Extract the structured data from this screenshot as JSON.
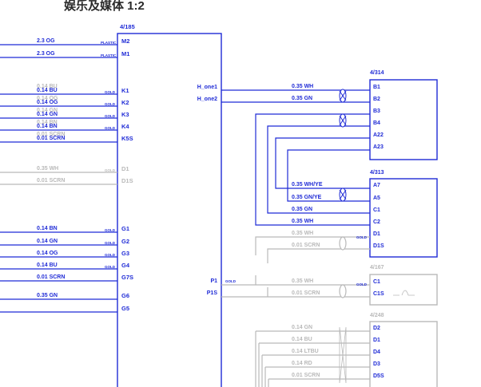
{
  "title": "娱乐及媒体 1:2",
  "colors": {
    "active": "#1f2bd6",
    "inactive": "#b9b9b9",
    "title": "#2a2a2a"
  },
  "connectors": [
    {
      "id": "4/185",
      "state": "active"
    },
    {
      "id": "4/314",
      "state": "active"
    },
    {
      "id": "4/313",
      "state": "active"
    },
    {
      "id": "4/167",
      "state": "inactive"
    },
    {
      "id": "4/248",
      "state": "inactive"
    }
  ],
  "main_pins": {
    "left": [
      {
        "pin": "M2",
        "wire": "2.3 OG",
        "material": "PLASTIC",
        "state": "active"
      },
      {
        "pin": "M1",
        "wire": "2.3 OG",
        "material": "PLASTIC",
        "state": "active"
      },
      {
        "pin": "K1",
        "wire": "0.14 BU",
        "material": "GOLD",
        "state": "active"
      },
      {
        "pin": "K2",
        "wire": "0.14 OG",
        "material": "GOLD",
        "state": "active"
      },
      {
        "pin": "K3",
        "wire": "0.14 GN",
        "material": "GOLD",
        "state": "active"
      },
      {
        "pin": "K4",
        "wire": "0.14 BN",
        "material": "GOLD",
        "state": "active"
      },
      {
        "pin": "K5S",
        "wire": "0.01 SCRN",
        "material": "",
        "state": "active"
      },
      {
        "pin": "D1",
        "wire": "0.35 WH",
        "material": "GOLD",
        "state": "inactive"
      },
      {
        "pin": "D1S",
        "wire": "0.01 SCRN",
        "material": "",
        "state": "inactive"
      },
      {
        "pin": "G1",
        "wire": "0.14 BN",
        "material": "GOLD",
        "state": "active"
      },
      {
        "pin": "G2",
        "wire": "0.14 GN",
        "material": "GOLD",
        "state": "active"
      },
      {
        "pin": "G3",
        "wire": "0.14 OG",
        "material": "GOLD",
        "state": "active"
      },
      {
        "pin": "G4",
        "wire": "0.14 BU",
        "material": "GOLD",
        "state": "active"
      },
      {
        "pin": "G7S",
        "wire": "0.01 SCRN",
        "material": "",
        "state": "active"
      },
      {
        "pin": "G6",
        "wire": "0.35 GN",
        "material": "",
        "state": "active"
      },
      {
        "pin": "G5",
        "wire": "",
        "material": "",
        "state": "active"
      }
    ],
    "right": [
      {
        "pin": "H_one1",
        "state": "active"
      },
      {
        "pin": "H_one2",
        "state": "active"
      },
      {
        "pin": "P1",
        "material": "GOLD",
        "state": "inactive"
      },
      {
        "pin": "P1S",
        "state": "inactive"
      }
    ]
  },
  "ghost_labels": [
    "0.14 BU",
    "0.14 OG",
    "0.14 GN",
    "0.14 BN",
    "0.01 SCRN"
  ],
  "wires": [
    {
      "label": "0.35 WH",
      "state": "active"
    },
    {
      "label": "0.35 GN",
      "state": "active"
    },
    {
      "label": "0.35 WH/YE",
      "state": "active"
    },
    {
      "label": "0.35 GN/YE",
      "state": "active"
    },
    {
      "label": "0.35 GN",
      "state": "active"
    },
    {
      "label": "0.35 WH",
      "state": "active"
    },
    {
      "label": "0.35 WH",
      "state": "inactive"
    },
    {
      "label": "0.01 SCRN",
      "state": "inactive"
    },
    {
      "label": "0.35 WH",
      "state": "inactive"
    },
    {
      "label": "0.01 SCRN",
      "state": "inactive"
    },
    {
      "label": "0.14 GN",
      "state": "inactive"
    },
    {
      "label": "0.14 BU",
      "state": "inactive"
    },
    {
      "label": "0.14 LTBU",
      "state": "inactive"
    },
    {
      "label": "0.14 RD",
      "state": "inactive"
    },
    {
      "label": "0.01 SCRN",
      "state": "inactive"
    }
  ],
  "gold_markers": [
    "GOLD",
    "GOLD"
  ],
  "pins_314": [
    "B1",
    "B2",
    "B3",
    "B4",
    "A22",
    "A23"
  ],
  "pins_313": [
    "A7",
    "A5",
    "C1",
    "C2",
    "D1",
    "D1S"
  ],
  "pins_167": [
    "C1",
    "C1S"
  ],
  "pins_248": [
    "D2",
    "D1",
    "D4",
    "D3",
    "D5S"
  ]
}
